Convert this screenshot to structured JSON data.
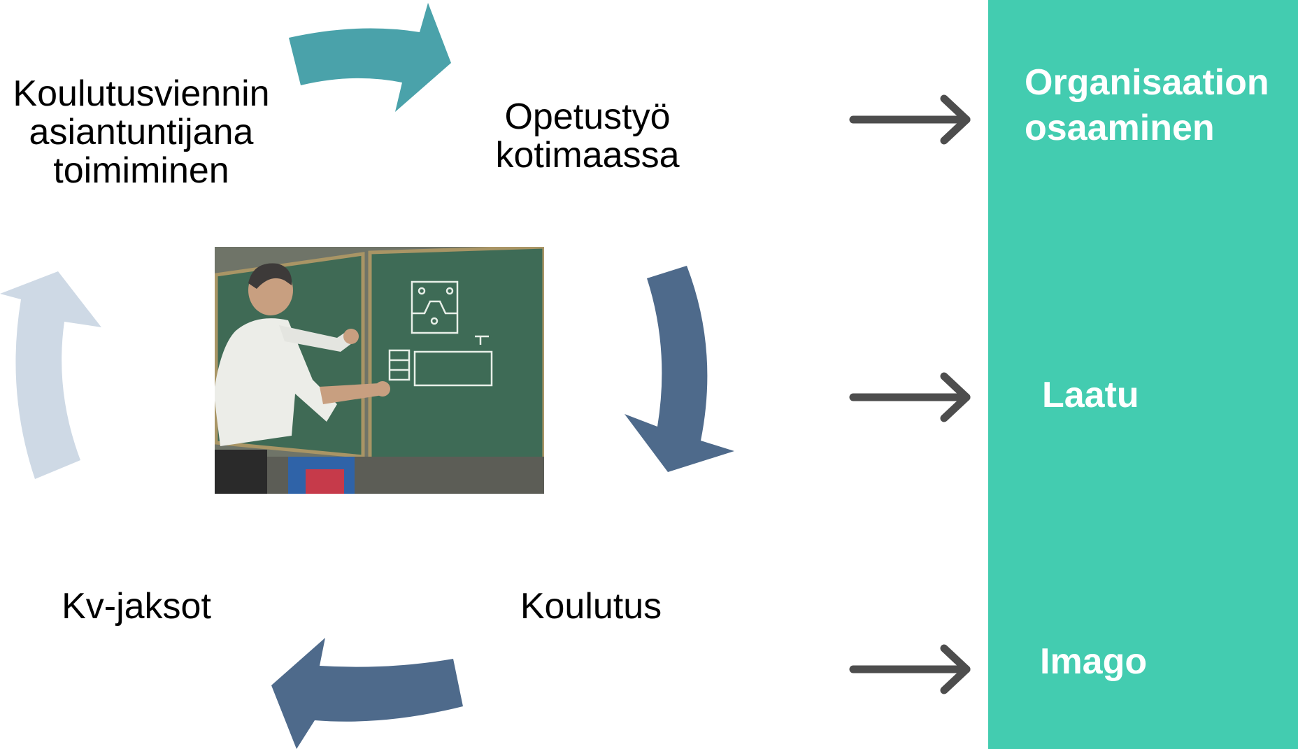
{
  "cycle": {
    "steps": [
      {
        "label": "Koulutusviennin\nasiantuntijana\ntoimiminen"
      },
      {
        "label": "Opetustyö\nkotimaassa"
      },
      {
        "label": "Koulutus"
      },
      {
        "label": "Kv-jaksot"
      }
    ],
    "arrow_colors": {
      "top": "#4aa2aa",
      "right": "#4e6a8b",
      "bottom": "#4e6a8b",
      "left": "#ced9e5"
    }
  },
  "photo": {
    "subject": "teacher drawing technical diagram on green chalkboard"
  },
  "outcomes": {
    "panel_color": "#43ccb0",
    "items": [
      {
        "label": "Organisaation\nosaaminen"
      },
      {
        "label": "Laatu"
      },
      {
        "label": "Imago"
      }
    ],
    "arrow_color": "#4d4d4d"
  }
}
